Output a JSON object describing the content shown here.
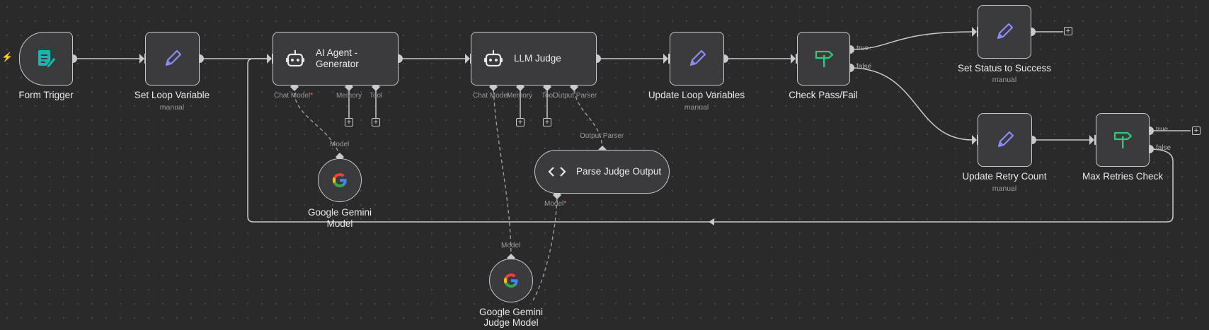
{
  "nodes": {
    "form_trigger": {
      "title": "Form Trigger"
    },
    "set_loop_variable": {
      "title": "Set Loop Variable",
      "subtitle": "manual"
    },
    "ai_agent_generator": {
      "title_line1": "AI Agent -",
      "title_line2": "Generator",
      "ports": {
        "chat_model": "Chat Model",
        "memory": "Memory",
        "tool": "Tool"
      }
    },
    "llm_judge": {
      "title": "LLM Judge",
      "ports": {
        "chat_model": "Chat Model",
        "memory": "Memory",
        "tool": "Tool",
        "output_parser": "Output Parser"
      }
    },
    "update_loop_variables": {
      "title": "Update Loop Variables",
      "subtitle": "manual"
    },
    "check_pass_fail": {
      "title": "Check Pass/Fail",
      "out_true": "true",
      "out_false": "false"
    },
    "set_status_success": {
      "title": "Set Status to Success",
      "subtitle": "manual"
    },
    "update_retry_count": {
      "title": "Update Retry Count",
      "subtitle": "manual"
    },
    "max_retries_check": {
      "title": "Max Retries Check",
      "out_true": "true",
      "out_false": "false"
    },
    "google_gemini_model": {
      "title_line1": "Google Gemini",
      "title_line2": "Model",
      "port": "Model"
    },
    "parse_judge_output": {
      "title": "Parse Judge Output",
      "port_in": "Output Parser",
      "port_out": "Model"
    },
    "google_gemini_judge_model": {
      "title_line1": "Google Gemini",
      "title_line2": "Judge Model",
      "port": "Model"
    }
  },
  "required_marker": "*",
  "plus_symbol": "+",
  "trigger_bolt": "⚡",
  "colors": {
    "canvas": "#2a2a2b",
    "node_fill": "#3b3b3d",
    "wire": "#c9c9cc",
    "trigger_icon": "#1ab5ad",
    "set_icon": "#8b8bf5",
    "if_icon": "#33c779",
    "required": "#ff6d5a"
  },
  "icons": {
    "form_trigger": "form-edit-icon",
    "set": "pencil-icon",
    "agent": "robot-icon",
    "if": "signpost-icon",
    "gemini": "google-g-icon",
    "code": "code-brackets-icon"
  }
}
